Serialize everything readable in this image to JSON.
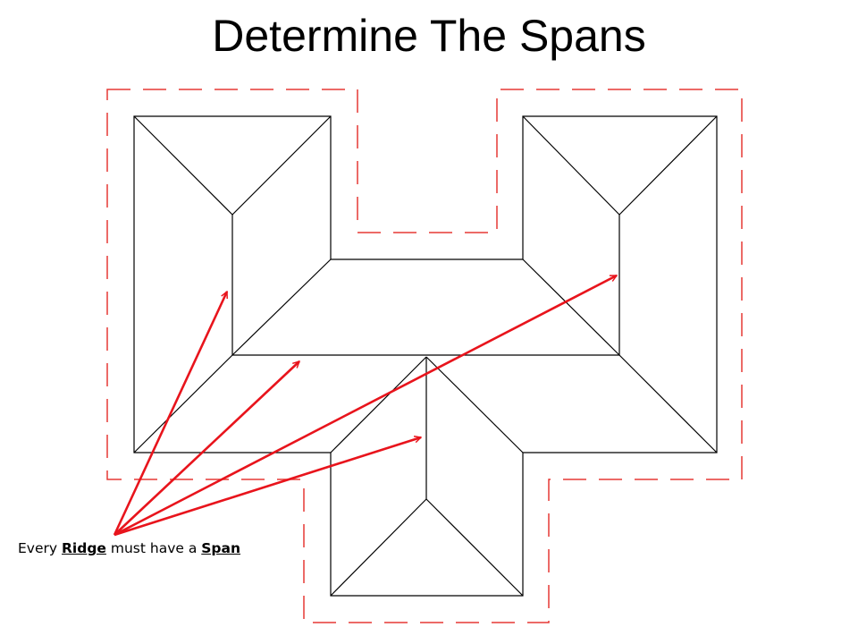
{
  "slide": {
    "title": "Determine The Spans"
  },
  "caption": {
    "part1": "Every ",
    "ridge": "Ridge",
    "part2": " must have a ",
    "span": "Span"
  },
  "colors": {
    "outline": "#000000",
    "overhang_dashes": "#e53935",
    "arrows": "#e8141c"
  }
}
